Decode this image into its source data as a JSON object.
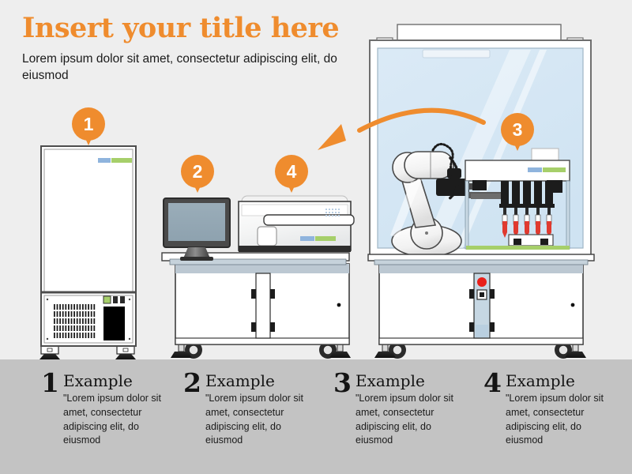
{
  "header": {
    "title": "Insert your title here",
    "subtitle": "Lorem ipsum dolor sit amet, consectetur adipiscing elit, do eiusmod"
  },
  "colors": {
    "background": "#eeeeee",
    "caption_band": "#c3c3c3",
    "accent_orange": "#ef8c2e",
    "accent_blue": "#8fb4dd",
    "accent_green": "#a6cf6a",
    "glass_blue": "#dceaf5",
    "monitor_screen": "#93a7b3",
    "emergency_red": "#e8201a"
  },
  "pins": [
    {
      "label": "1",
      "name": "pin-1-freezer"
    },
    {
      "label": "2",
      "name": "pin-2-monitor"
    },
    {
      "label": "3",
      "name": "pin-3-robot-enclosure"
    },
    {
      "label": "4",
      "name": "pin-4-instrument"
    }
  ],
  "arrow": {
    "name": "curved-arrow",
    "direction": "right-to-left",
    "color": "#ef8c2e"
  },
  "captions": [
    {
      "number": "1",
      "heading": "Example",
      "text": "\"Lorem ipsum dolor sit amet, consectetur adipiscing elit, do eiusmod"
    },
    {
      "number": "2",
      "heading": "Example",
      "text": "\"Lorem ipsum dolor sit amet, consectetur adipiscing elit, do eiusmod"
    },
    {
      "number": "3",
      "heading": "Example",
      "text": "\"Lorem ipsum dolor sit amet, consectetur adipiscing elit, do eiusmod"
    },
    {
      "number": "4",
      "heading": "Example",
      "text": "\"Lorem ipsum dolor sit amet, consectetur adipiscing elit, do eiusmod"
    }
  ],
  "equipment": [
    {
      "name": "upright-freezer",
      "pin": "1",
      "features": [
        "upper-door",
        "accent-stripe",
        "vent-grille",
        "status-indicators",
        "black-display",
        "leveling-feet"
      ]
    },
    {
      "name": "desktop-monitor",
      "pin": "2",
      "features": [
        "bezel",
        "screen",
        "stand"
      ]
    },
    {
      "name": "benchtop-instrument",
      "pin": "4",
      "features": [
        "lid",
        "drawer-handle",
        "display-dots",
        "square-button",
        "accent-stripe"
      ]
    },
    {
      "name": "robot-enclosure",
      "pin": "3",
      "features": [
        "glass-panel",
        "light-bar",
        "robot-arm",
        "gripper",
        "cable",
        "liquid-handler",
        "pipette-channels",
        "deck"
      ]
    },
    {
      "name": "bench-cabinet-left",
      "features": [
        "two-doors",
        "hinges",
        "knob",
        "casters",
        "leveling-feet"
      ]
    },
    {
      "name": "bench-cabinet-right",
      "features": [
        "two-doors",
        "control-strip",
        "emergency-stop-button",
        "power-switch",
        "casters",
        "leveling-feet"
      ]
    }
  ]
}
